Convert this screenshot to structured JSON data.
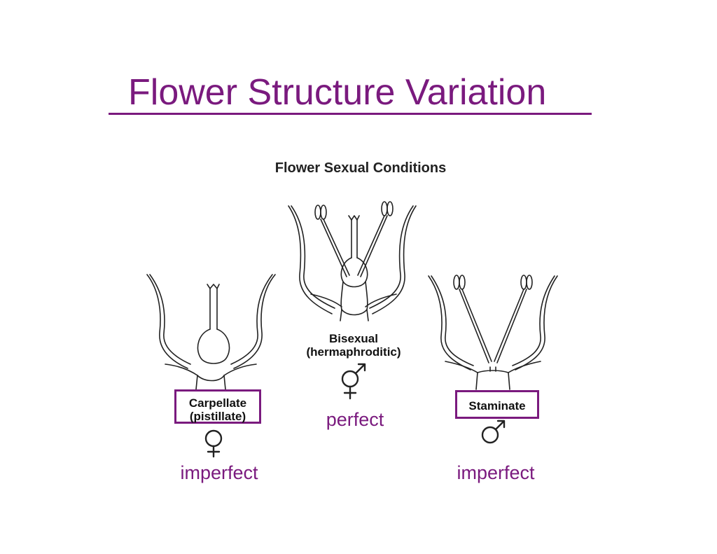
{
  "title": "Flower Structure Variation",
  "diagram_heading": "Flower Sexual Conditions",
  "colors": {
    "accent": "#7a1a7e",
    "ink": "#222222"
  },
  "flowers": {
    "carpellate": {
      "label_line1": "Carpellate",
      "label_line2": "(pistillate)",
      "symbol": "female-symbol",
      "classification": "imperfect"
    },
    "bisexual": {
      "label_line1": "Bisexual",
      "label_line2": "(hermaphroditic)",
      "symbol": "hermaphrodite-symbol",
      "classification": "perfect"
    },
    "staminate": {
      "label_line1": "Staminate",
      "symbol": "male-symbol",
      "classification": "imperfect"
    }
  }
}
